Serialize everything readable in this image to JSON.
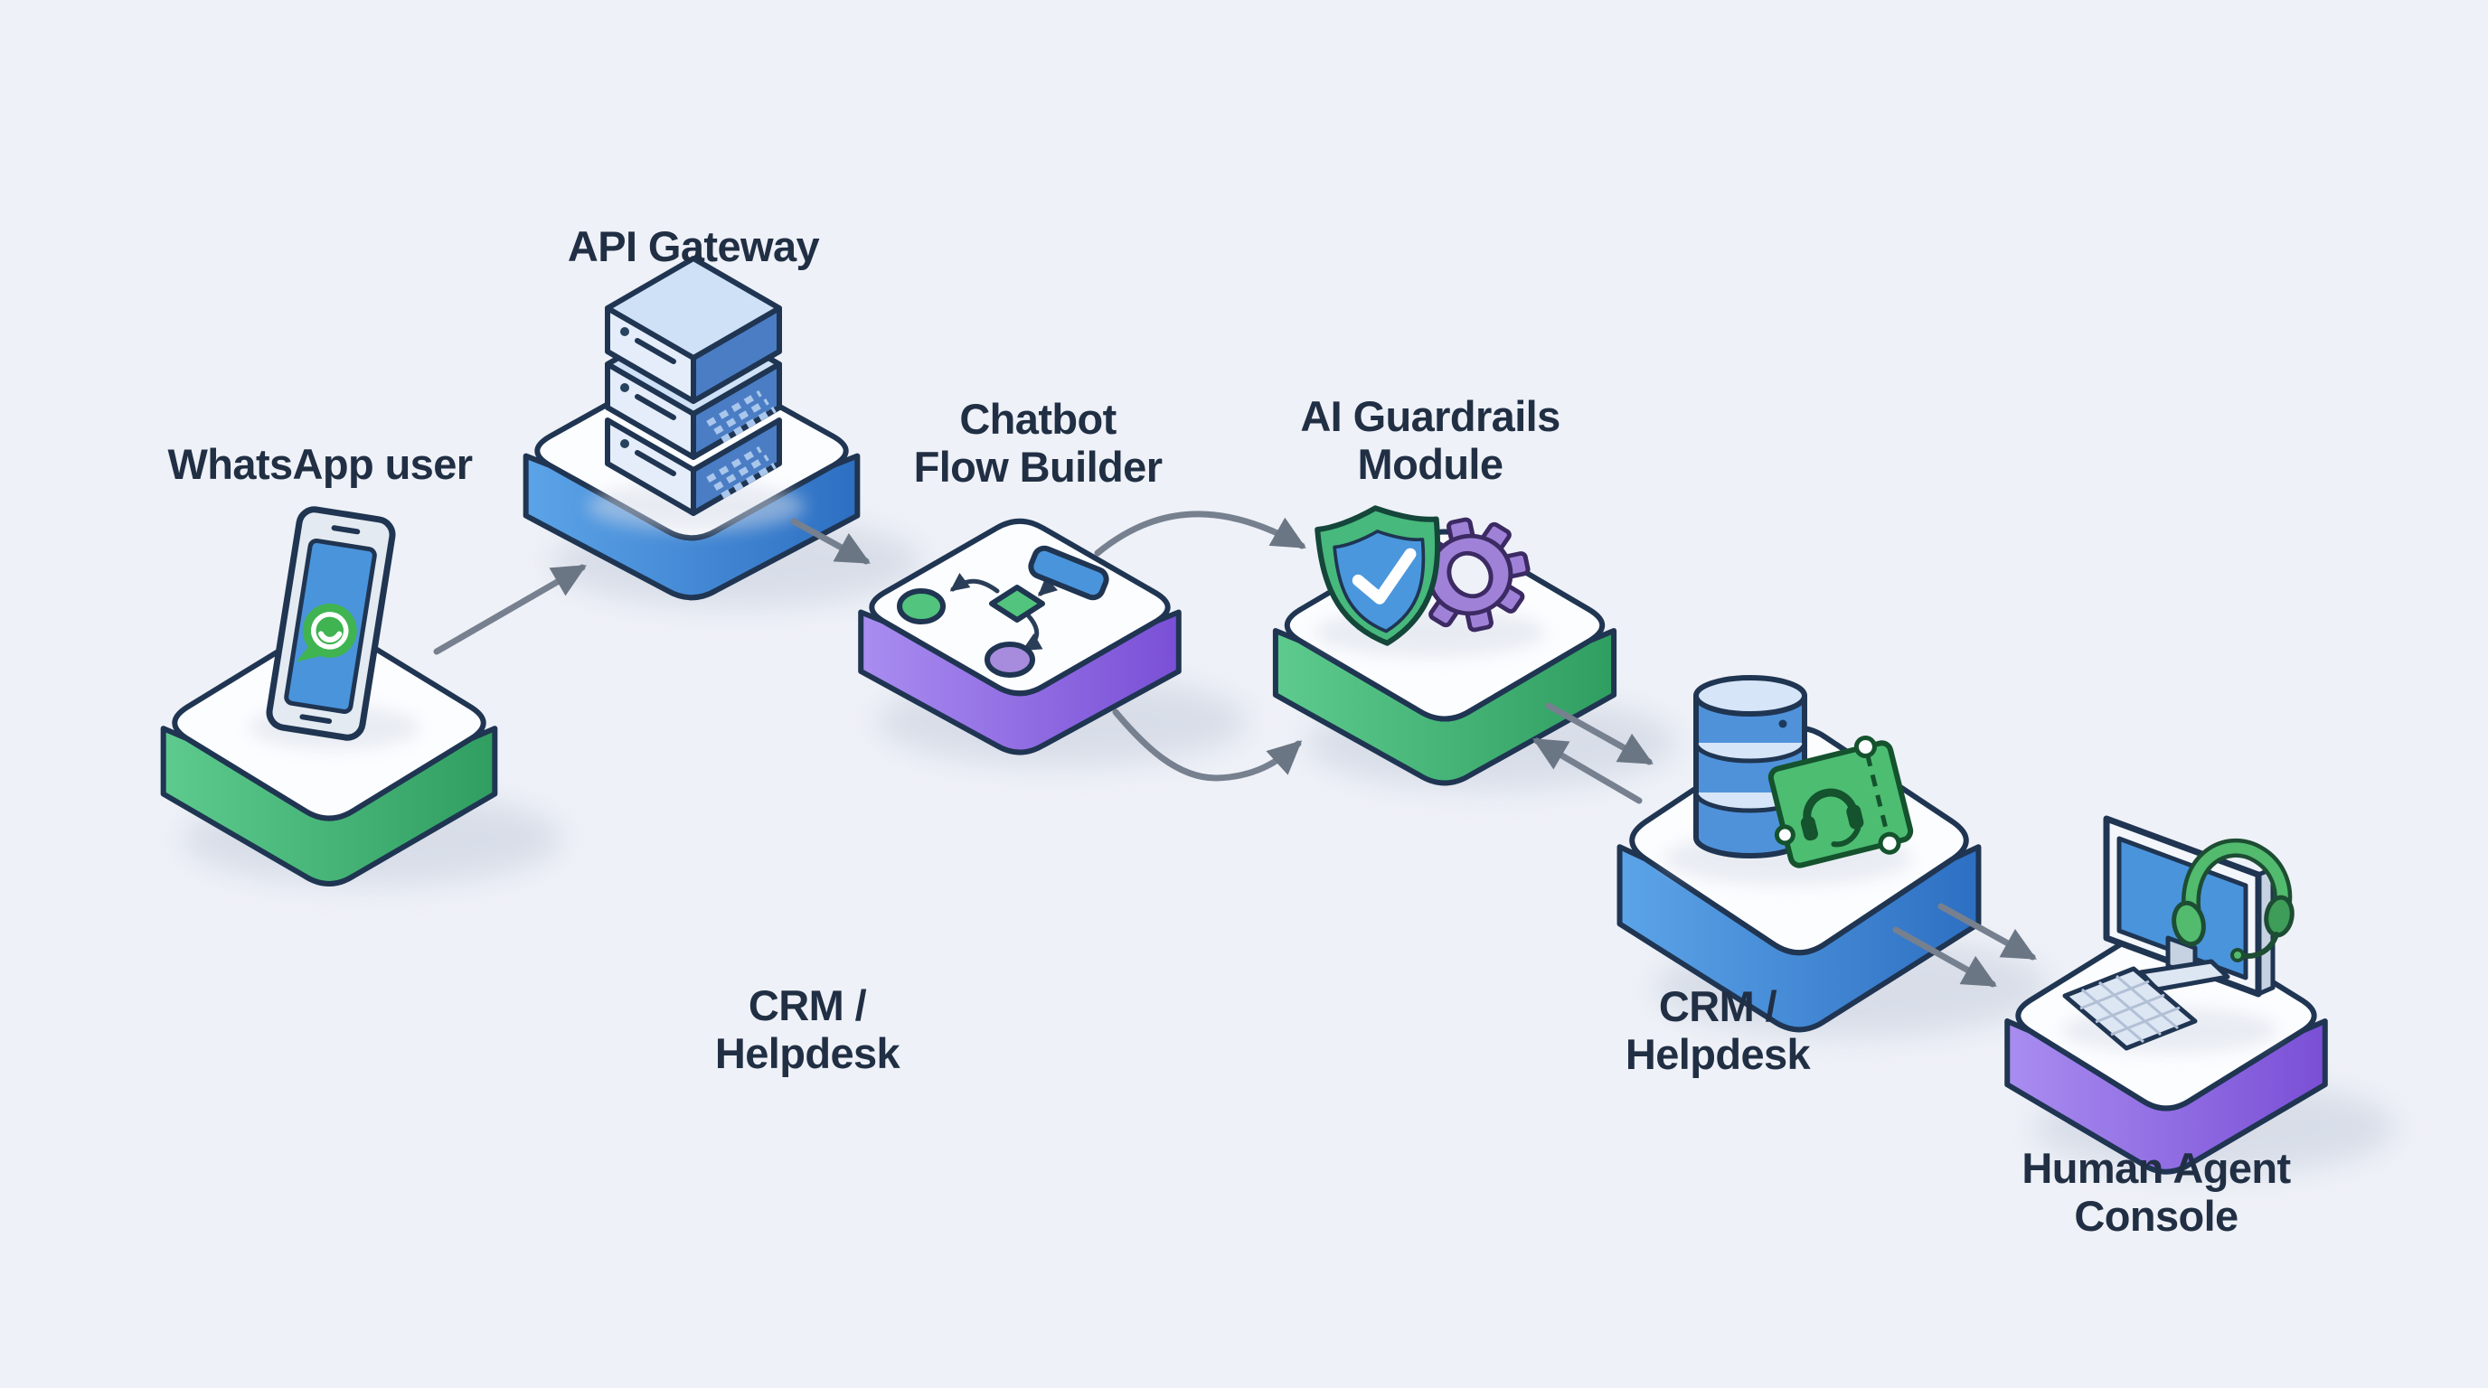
{
  "colors": {
    "background": "#eef1f7",
    "outline": "#1f3552",
    "text": "#212f44",
    "arrow": "#76808f",
    "arrow_head": "#6b7685",
    "platform_top": "#fcfdff",
    "shadow": "#c7cedd",
    "icon_shadow": "#d6dce7",
    "green_light": "#5ecb8e",
    "green_dark": "#2f9e60",
    "blue_light": "#5ca4e8",
    "blue_dark": "#2d6fc2",
    "purple_light": "#a98df0",
    "purple_dark": "#7a4fd6",
    "screen_blue": "#4a94dc",
    "phone_body": "#e4eaf1",
    "whatsapp_green": "#3fb451",
    "server_top": "#cfe1f6",
    "server_front": "#e4edf9",
    "server_side": "#4a7dc4",
    "server_vent": "#a9c6ec",
    "flow_line": "#2b3e58",
    "flow_green": "#52c47d",
    "flow_purple": "#a78bdc",
    "shield_green": "#47b97c",
    "shield_blue": "#4a97dd",
    "gear_purple": "#9f82d8",
    "gear_outline": "#3c2a63",
    "db_blue": "#4f92da",
    "db_top": "#d6e5f7",
    "ticket_green": "#4dbd72",
    "ticket_outline": "#14532d",
    "headset_green": "#52bb6e",
    "headset_dark": "#1d4d33",
    "monitor_frame": "#f3f7fc",
    "monitor_side": "#c6d2e2",
    "keyboard_gray": "#dde6f3",
    "key_line": "#b2c0d6"
  },
  "diagram": {
    "nodes": [
      {
        "id": "whatsapp-user",
        "label_lines": [
          "WhatsApp user"
        ],
        "icon": "whatsapp-phone-icon",
        "platform_color": "green"
      },
      {
        "id": "api-gateway",
        "label_lines": [
          "API Gateway"
        ],
        "icon": "server-stack-icon",
        "platform_color": "blue"
      },
      {
        "id": "chatbot-flow-builder",
        "label_lines": [
          "Chatbot",
          "Flow Builder"
        ],
        "icon": "flowchart-icon",
        "platform_color": "purple"
      },
      {
        "id": "ai-guardrails-module",
        "label_lines": [
          "AI Guardrails",
          "Module"
        ],
        "icon": "shield-gear-icon",
        "platform_color": "green"
      },
      {
        "id": "crm-helpdesk",
        "label_lines": [
          "CRM /",
          "Helpdesk"
        ],
        "icon": "database-ticket-icon",
        "platform_color": "blue"
      },
      {
        "id": "human-agent-console",
        "label_lines": [
          "Human Agent",
          "Console"
        ],
        "icon": "agent-workstation-icon",
        "platform_color": "purple"
      }
    ],
    "floating_labels": [
      {
        "id": "crm-helpdesk-floating",
        "label_lines": [
          "CRM /",
          "Helpdesk"
        ]
      }
    ],
    "connections": [
      {
        "from": "whatsapp-user",
        "to": "api-gateway",
        "style": "single-arrow"
      },
      {
        "from": "api-gateway",
        "to": "chatbot-flow-builder",
        "style": "single-arrow"
      },
      {
        "from": "chatbot-flow-builder",
        "to": "ai-guardrails-module",
        "style": "curved-arrow-top"
      },
      {
        "from": "chatbot-flow-builder",
        "to": "ai-guardrails-module",
        "style": "curved-arrow-bottom"
      },
      {
        "from": "ai-guardrails-module",
        "to": "crm-helpdesk",
        "style": "bidirectional-arrow-pair"
      },
      {
        "from": "crm-helpdesk",
        "to": "human-agent-console",
        "style": "double-arrow"
      }
    ]
  }
}
